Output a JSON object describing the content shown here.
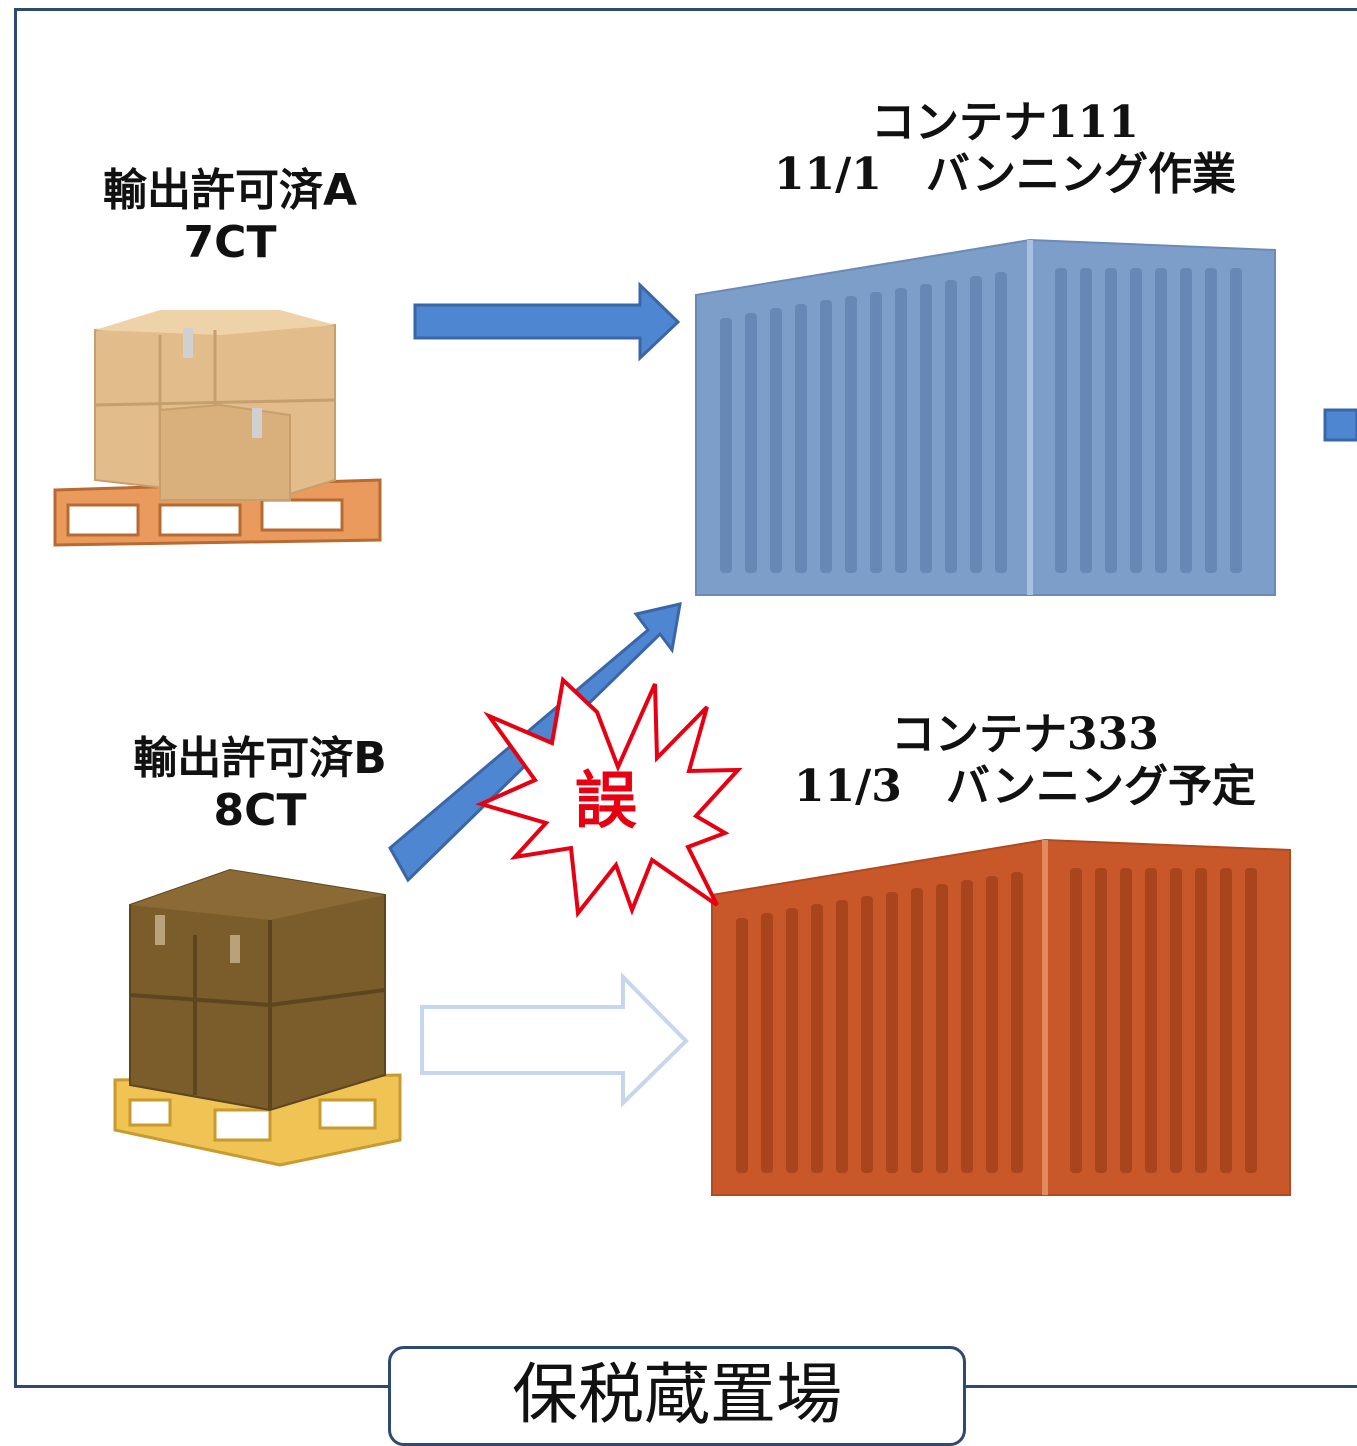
{
  "cargo_a": {
    "name": "輸出許可済A",
    "quantity": "7CT"
  },
  "cargo_b": {
    "name": "輸出許可済B",
    "quantity": "8CT"
  },
  "container_111": {
    "name": "コンテナ111",
    "schedule": "11/1　バンニング作業",
    "color": "#7d9ec9"
  },
  "container_333": {
    "name": "コンテナ333",
    "schedule": "11/3　バンニング予定",
    "color": "#c8582a"
  },
  "error_mark": {
    "text": "誤",
    "color": "#e60012"
  },
  "area_label": "保税蔵置場",
  "colors": {
    "frame": "#2f4a72",
    "arrow": "#4f86d1",
    "ghost_arrow": "#c5d6ee"
  }
}
